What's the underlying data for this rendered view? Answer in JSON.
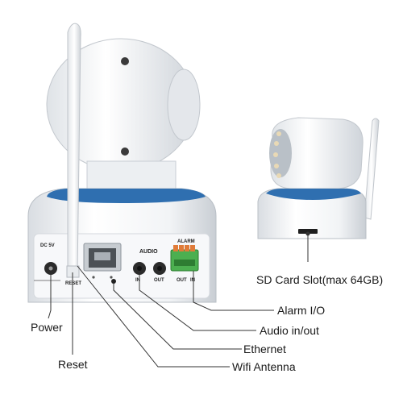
{
  "callouts": {
    "sd_card": "SD Card Slot(max 64GB)",
    "alarm_io": "Alarm I/O",
    "audio_io": "Audio in/out",
    "ethernet": "Ethernet",
    "wifi_antenna": "Wifi Antenna",
    "power": "Power",
    "reset": "Reset"
  },
  "panel_markings": {
    "dc": "DC 5V",
    "reset": "RESET",
    "audio": "AUDIO",
    "audio_in": "IN",
    "audio_out": "OUT",
    "alarm": "ALARM",
    "alarm_out": "OUT",
    "alarm_in": "IN"
  },
  "colors": {
    "body": "#f4f5f7",
    "accent_ring": "#2f6fb0",
    "terminal": "#4caf50",
    "terminal_screw": "#e07b39",
    "leader_line": "#333333"
  }
}
